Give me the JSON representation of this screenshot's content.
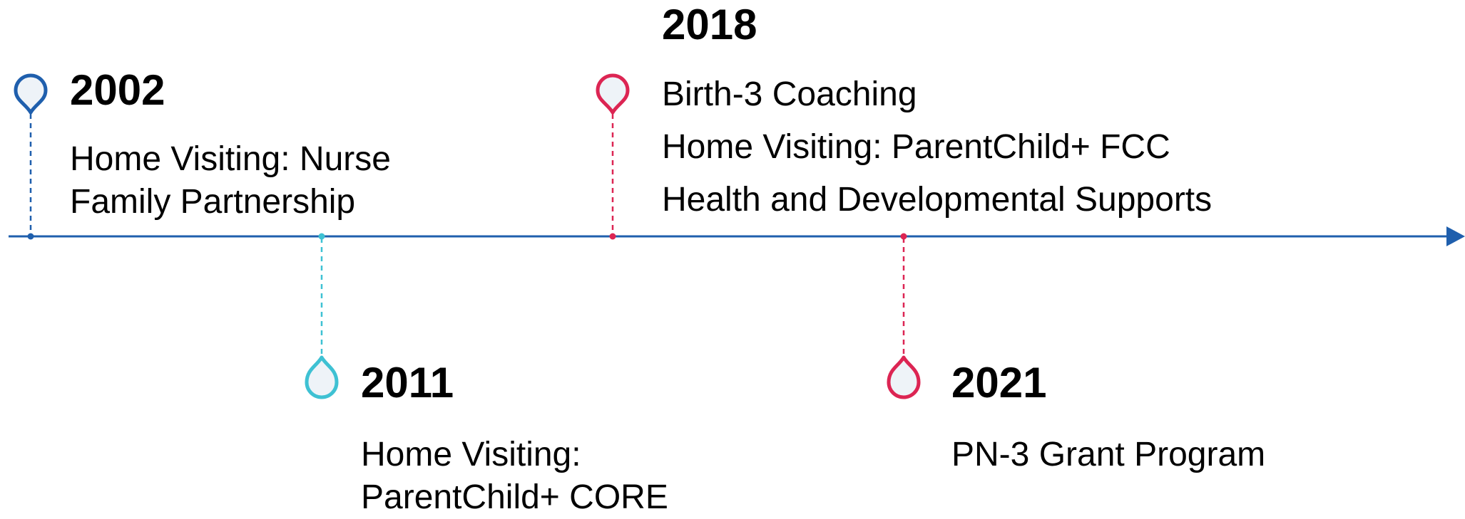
{
  "colors": {
    "axis": "#1f5fad",
    "blue": "#1f5fad",
    "teal": "#3ec1d3",
    "red": "#dc2553",
    "pin_fill": "#eef3f8"
  },
  "events": [
    {
      "year": "2002",
      "lines": [
        "Home Visiting: Nurse",
        "Family Partnership"
      ],
      "color": "blue",
      "side": "above"
    },
    {
      "year": "2011",
      "lines": [
        "Home Visiting:",
        "ParentChild+ CORE"
      ],
      "color": "teal",
      "side": "below"
    },
    {
      "year": "2018",
      "lines": [
        "Birth-3 Coaching",
        "Home Visiting: ParentChild+ FCC",
        "Health and Developmental Supports"
      ],
      "color": "red",
      "side": "above"
    },
    {
      "year": "2021",
      "lines": [
        "PN-3 Grant Program"
      ],
      "color": "red",
      "side": "below"
    }
  ]
}
